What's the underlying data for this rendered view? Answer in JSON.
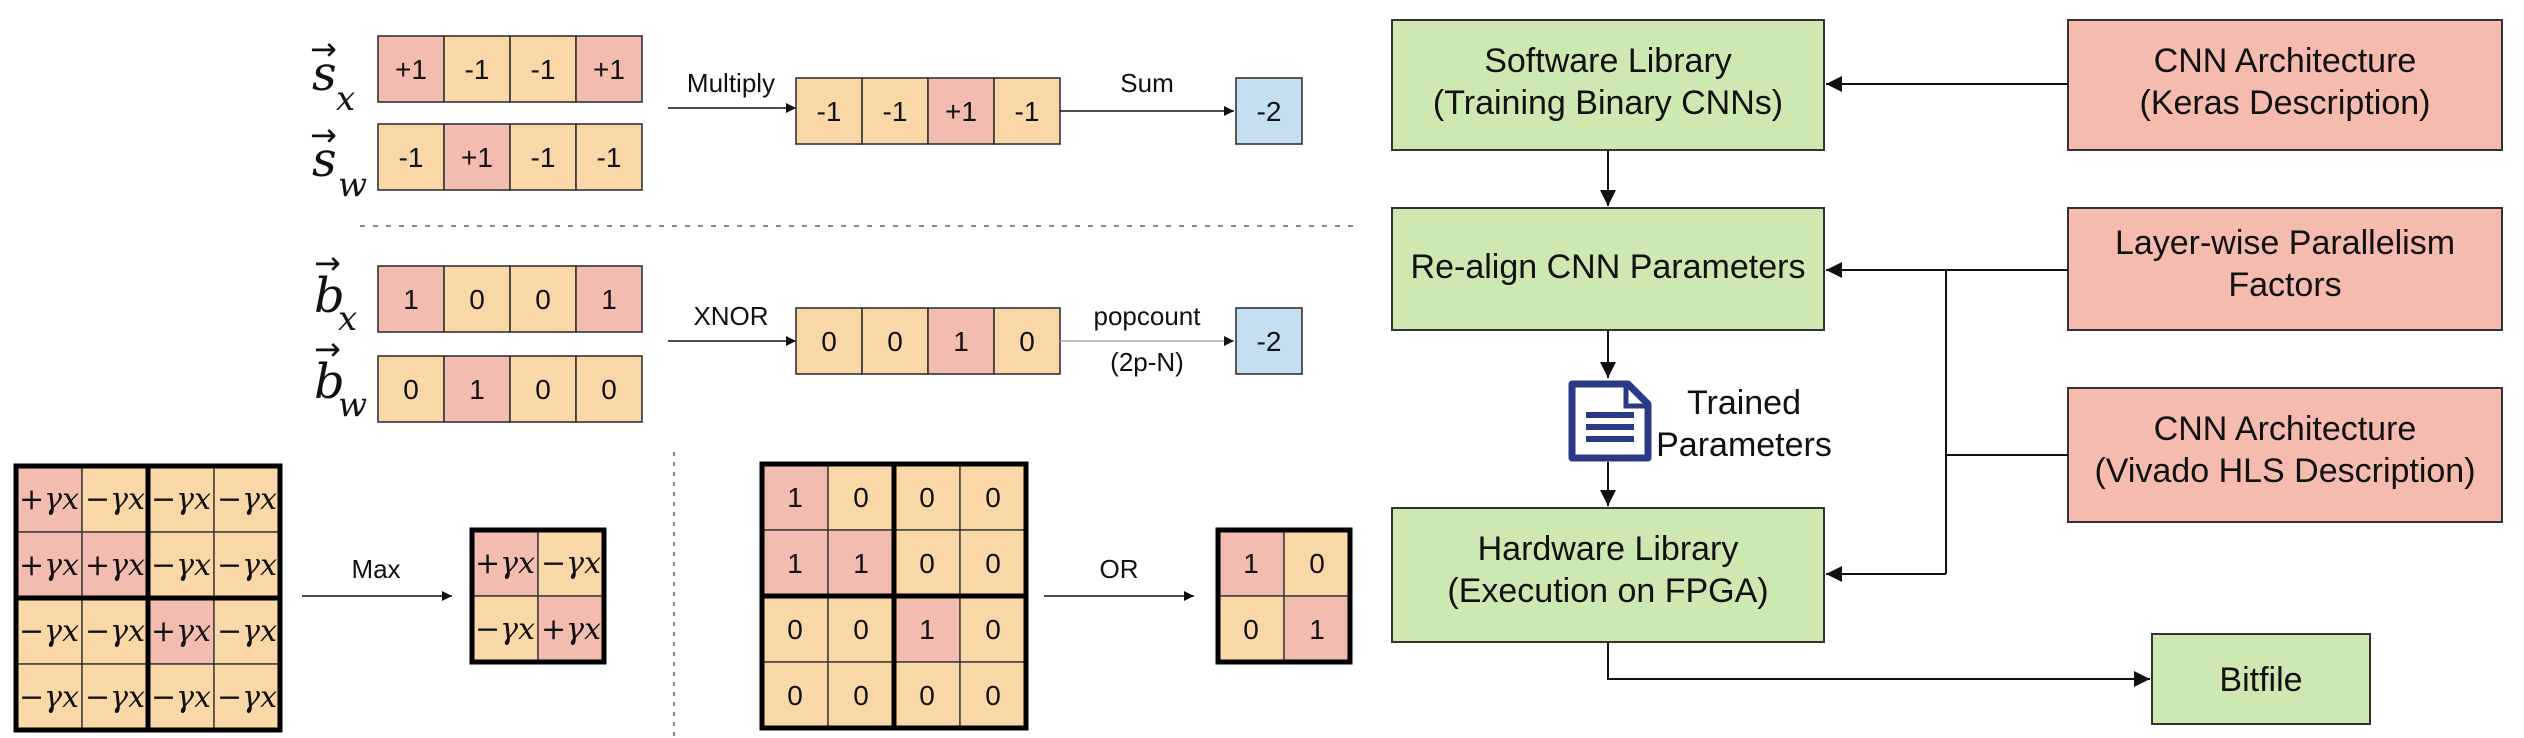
{
  "colors": {
    "pink": "#f2bcb1",
    "orange": "#fad7a6",
    "blue": "#c5def0",
    "green": "#cde8b1",
    "box_pink": "#f4bbae"
  },
  "signed": {
    "sx_label": "s",
    "sx_sub": "x",
    "sw_label": "s",
    "sw_sub": "w",
    "sx": [
      "+1",
      "-1",
      "-1",
      "+1"
    ],
    "sw": [
      "-1",
      "+1",
      "-1",
      "-1"
    ],
    "op1": "Multiply",
    "product": [
      "-1",
      "-1",
      "+1",
      "-1"
    ],
    "op2": "Sum",
    "result": "-2"
  },
  "binary": {
    "bx_label": "b",
    "bx_sub": "x",
    "bw_label": "b",
    "bw_sub": "w",
    "bx": [
      "1",
      "0",
      "0",
      "1"
    ],
    "bw": [
      "0",
      "1",
      "0",
      "0"
    ],
    "op1": "XNOR",
    "product": [
      "0",
      "0",
      "1",
      "0"
    ],
    "op2": "popcount",
    "op2_sub": "(2p-N)",
    "result": "-2"
  },
  "pool_signed": {
    "grid": [
      [
        "+γx",
        "−γx",
        "−γx",
        "−γx"
      ],
      [
        "+γx",
        "+γx",
        "−γx",
        "−γx"
      ],
      [
        "−γx",
        "−γx",
        "+γx",
        "−γx"
      ],
      [
        "−γx",
        "−γx",
        "−γx",
        "−γx"
      ]
    ],
    "op": "Max",
    "out": [
      [
        "+γx",
        "−γx"
      ],
      [
        "−γx",
        "+γx"
      ]
    ]
  },
  "pool_binary": {
    "grid": [
      [
        "1",
        "0",
        "0",
        "0"
      ],
      [
        "1",
        "1",
        "0",
        "0"
      ],
      [
        "0",
        "0",
        "1",
        "0"
      ],
      [
        "0",
        "0",
        "0",
        "0"
      ]
    ],
    "op": "OR",
    "out": [
      [
        "1",
        "0"
      ],
      [
        "0",
        "1"
      ]
    ]
  },
  "flow": {
    "software": [
      "Software Library",
      "(Training Binary CNNs)"
    ],
    "realign": [
      "Re-align CNN Parameters"
    ],
    "hardware": [
      "Hardware Library",
      "(Execution on FPGA)"
    ],
    "bitfile": [
      "Bitfile"
    ],
    "keras": [
      "CNN Architecture",
      "(Keras Description)"
    ],
    "parallel": [
      "Layer-wise Parallelism",
      "Factors"
    ],
    "hls": [
      "CNN Architecture",
      "(Vivado HLS Description)"
    ],
    "doc_icon": "document-icon",
    "trained": [
      "Trained",
      "Parameters"
    ]
  }
}
